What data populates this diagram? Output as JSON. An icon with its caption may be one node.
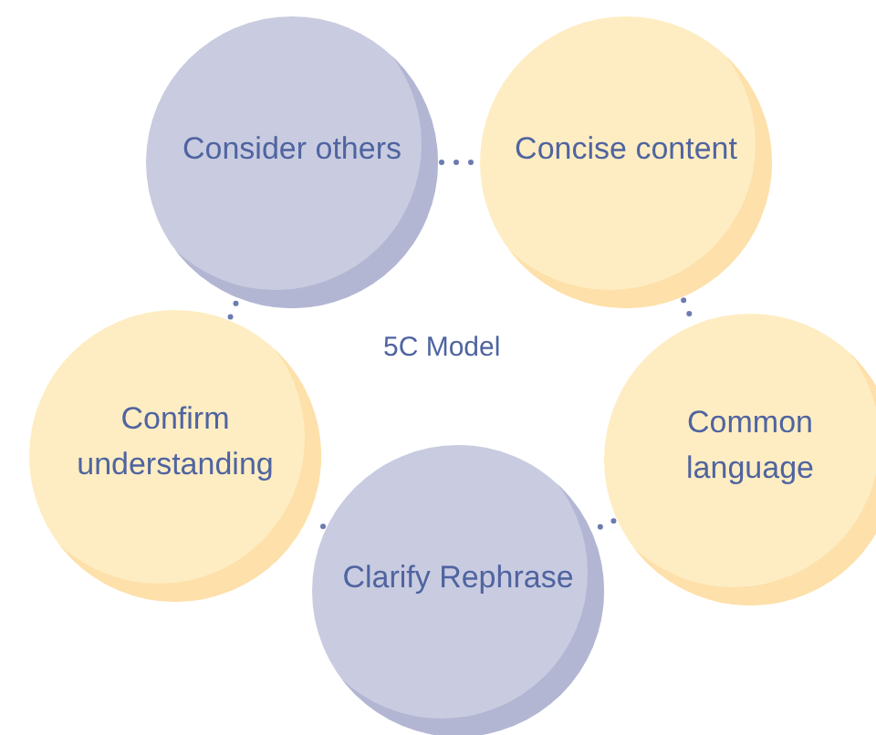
{
  "diagram": {
    "title": "5C Model",
    "nodes": [
      {
        "text": [
          "Consider others"
        ]
      },
      {
        "text": [
          "Concise content"
        ]
      },
      {
        "text": [
          "Common language"
        ]
      },
      {
        "text": [
          "Clarify Rephrase"
        ]
      },
      {
        "text": [
          "Confirm understanding"
        ]
      }
    ],
    "edges": [
      {
        "from": 0,
        "to": 1,
        "arrow": "none",
        "style": "dashed"
      },
      {
        "from": 1,
        "to": 2,
        "arrow": "none",
        "style": "dashed"
      },
      {
        "from": 2,
        "to": 3,
        "arrow": "none",
        "style": "dashed"
      },
      {
        "from": 3,
        "to": 4,
        "arrow": "none",
        "style": "dashed"
      },
      {
        "from": 4,
        "to": 0,
        "arrow": "none",
        "style": "dashed"
      }
    ]
  }
}
